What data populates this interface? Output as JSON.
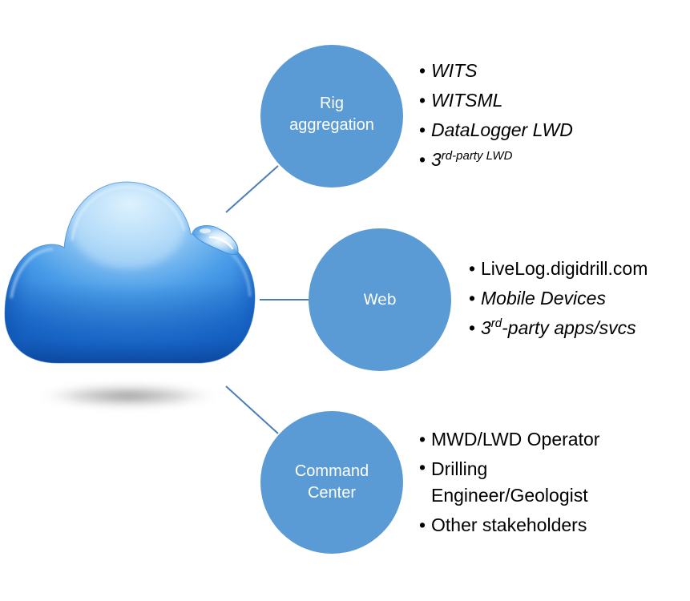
{
  "colors": {
    "node_fill": "#5B9BD5",
    "connector": "#4A7EBB",
    "node_text": "#FFFFFF",
    "list_text": "#000000",
    "cloud_light": "#D6EEFC",
    "cloud_mid": "#3F93E3",
    "cloud_dark": "#0D4FA8"
  },
  "cloud": {
    "icon": "cloud-icon",
    "label": "Cloud"
  },
  "nodes": [
    {
      "id": "rig",
      "lines": [
        "Rig",
        "aggregation"
      ],
      "items": [
        {
          "text": "WITS",
          "italic": true
        },
        {
          "text": "WITSML",
          "italic": true
        },
        {
          "text": "DataLogger LWD",
          "italic": true
        },
        {
          "prefix": "3",
          "sup": "rd-party LWD",
          "italic": true
        }
      ]
    },
    {
      "id": "web",
      "lines": [
        "Web"
      ],
      "items": [
        {
          "text": "LiveLog.digidrill.com",
          "italic": false
        },
        {
          "text": "Mobile Devices",
          "italic": true
        },
        {
          "prefix": "3",
          "sup": "rd",
          "suffix": "-party apps/svcs",
          "italic": true
        }
      ]
    },
    {
      "id": "command",
      "lines": [
        "Command",
        "Center"
      ],
      "items": [
        {
          "text": "MWD/LWD Operator",
          "italic": false
        },
        {
          "text": "Drilling Engineer/Geologist",
          "italic": false
        },
        {
          "text": "Other stakeholders",
          "italic": false
        }
      ]
    }
  ],
  "bullet_glyph": "•"
}
